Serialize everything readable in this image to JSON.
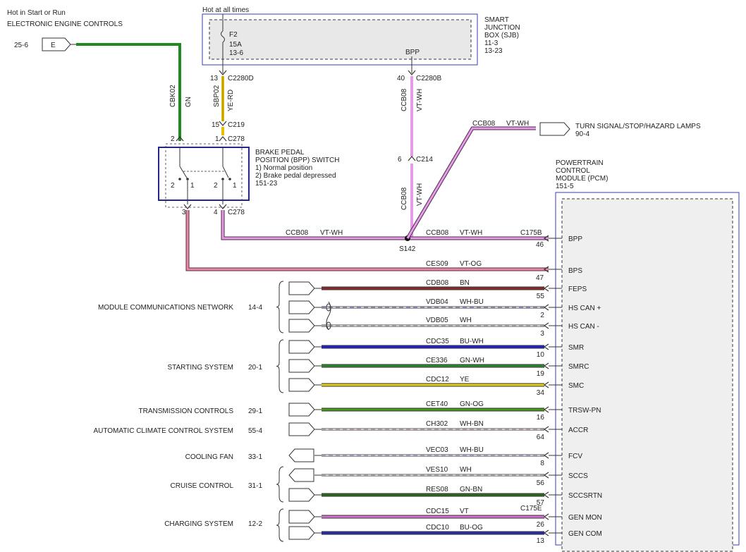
{
  "top": {
    "hot_run_line1": "Hot in Start or Run",
    "hot_run_line2": "ELECTRONIC ENGINE CONTROLS",
    "hot_all_times": "Hot at all times",
    "ref_25_6": "25-6",
    "connector_e": "E"
  },
  "sjb": {
    "title1": "SMART",
    "title2": "JUNCTION",
    "title3": "BOX (SJB)",
    "ref1": "11-3",
    "ref2": "13-23",
    "fuse": "F2",
    "fuse_amps": "15A",
    "fuse_ref": "13-6",
    "bpp": "BPP"
  },
  "wires": {
    "cbk02": "CBK02",
    "gn": "GN",
    "sbp02": "SBP02",
    "ye_rd": "YE-RD",
    "ccb08_a": "CCB08",
    "vt_wh_a": "VT-WH",
    "ccb08_b": "CCB08",
    "vt_wh_b": "VT-WH",
    "ccb08_c": "CCB08",
    "vt_wh_c": "VT-WH",
    "ccb08_d": "CCB08",
    "vt_wh_d": "VT-WH",
    "ccb08_e": "CCB08",
    "vt_wh_e": "VT-WH",
    "ces09": "CES09",
    "vt_og": "VT-OG"
  },
  "connectors": {
    "p13": "13",
    "c2280d": "C2280D",
    "p40": "40",
    "c2280b": "C2280B",
    "p15": "15",
    "c219": "C219",
    "p2": "2",
    "p1": "1",
    "c278_top": "C278",
    "p6": "6",
    "c214": "C214",
    "p3": "3",
    "p4": "4",
    "c278_bot": "C278",
    "s142": "S142",
    "c175b": "C175B",
    "p46": "46",
    "p47": "47",
    "c175e": "C175E"
  },
  "bpp_switch": {
    "line1": "BRAKE PEDAL",
    "line2": "POSITION (BPP) SWITCH",
    "line3": "1) Normal position",
    "line4": "2) Brake pedal depressed",
    "line5": "151-23",
    "sw_l2": "2",
    "sw_l1": "1",
    "sw_r2": "2",
    "sw_r1": "1"
  },
  "turn_signal": {
    "label": "TURN SIGNAL/STOP/HAZARD LAMPS",
    "ref": "90-4"
  },
  "pcm": {
    "line1": "POWERTRAIN",
    "line2": "CONTROL",
    "line3": "MODULE (PCM)",
    "line4": "151-5",
    "bpp": "BPP",
    "bps": "BPS"
  },
  "systems": [
    {
      "name": "MODULE COMMUNICATIONS NETWORK",
      "ref": "14-4"
    },
    {
      "name": "STARTING SYSTEM",
      "ref": "20-1"
    },
    {
      "name": "TRANSMISSION CONTROLS",
      "ref": "29-1"
    },
    {
      "name": "AUTOMATIC CLIMATE CONTROL SYSTEM",
      "ref": "55-4"
    },
    {
      "name": "COOLING FAN",
      "ref": "33-1"
    },
    {
      "name": "CRUISE CONTROL",
      "ref": "31-1"
    },
    {
      "name": "CHARGING SYSTEM",
      "ref": "12-2"
    }
  ],
  "circuits": [
    {
      "circuit": "CDB08",
      "color": "BN",
      "pin": "55",
      "signal": "FEPS",
      "stroke": "#8b2a2a"
    },
    {
      "circuit": "VDB04",
      "color": "WH-BU",
      "pin": "2",
      "signal": "HS CAN +",
      "stroke": "#3a3aaa"
    },
    {
      "circuit": "VDB05",
      "color": "WH",
      "pin": "3",
      "signal": "HS CAN -",
      "stroke": "#8a8a8a"
    },
    {
      "circuit": "CDC35",
      "color": "BU-WH",
      "pin": "10",
      "signal": "SMR",
      "stroke": "#2222cc"
    },
    {
      "circuit": "CE336",
      "color": "GN-WH",
      "pin": "19",
      "signal": "SMRC",
      "stroke": "#2e8a2e"
    },
    {
      "circuit": "CDC12",
      "color": "YE",
      "pin": "34",
      "signal": "SMC",
      "stroke": "#e0d21a"
    },
    {
      "circuit": "CET40",
      "color": "GN-OG",
      "pin": "16",
      "signal": "TRSW-PN",
      "stroke": "#4a9a1a"
    },
    {
      "circuit": "CH302",
      "color": "WH-BN",
      "pin": "64",
      "signal": "ACCR",
      "stroke": "#a07a7a"
    },
    {
      "circuit": "VEC03",
      "color": "WH-BU",
      "pin": "8",
      "signal": "FCV",
      "stroke": "#7a7ad0"
    },
    {
      "circuit": "VES10",
      "color": "WH",
      "pin": "56",
      "signal": "SCCS",
      "stroke": "#8a8a8a"
    },
    {
      "circuit": "RES08",
      "color": "GN-BN",
      "pin": "57",
      "signal": "SCCSRTN",
      "stroke": "#2e6a1e"
    },
    {
      "circuit": "CDC15",
      "color": "VT",
      "pin": "26",
      "signal": "GEN MON",
      "stroke": "#d070d0"
    },
    {
      "circuit": "CDC10",
      "color": "BU-OG",
      "pin": "13",
      "signal": "GEN COM",
      "stroke": "#2a2aaa"
    }
  ],
  "colors": {
    "green": "#1f8a1f",
    "yellow": "#e6c000",
    "violet": "#e59be5",
    "pink": "#e58aa8",
    "box": "#3b3bb5"
  }
}
